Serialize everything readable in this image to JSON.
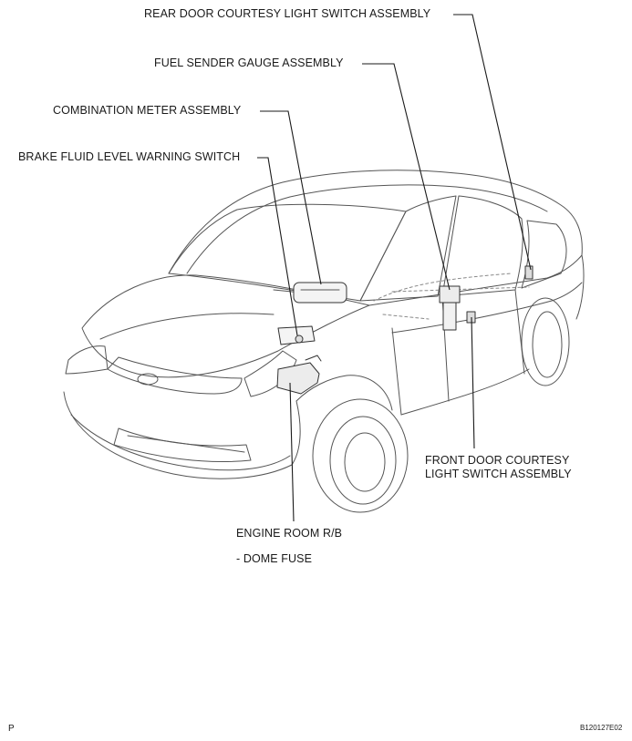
{
  "labels": {
    "rear_door_switch": "REAR DOOR COURTESY LIGHT SWITCH ASSEMBLY",
    "fuel_sender": "FUEL SENDER GAUGE ASSEMBLY",
    "combination_meter": "COMBINATION METER ASSEMBLY",
    "brake_fluid_switch": "BRAKE FLUID LEVEL WARNING SWITCH",
    "front_door_switch_line1": "FRONT DOOR COURTESY",
    "front_door_switch_line2": "LIGHT SWITCH ASSEMBLY",
    "engine_room_rb": "ENGINE ROOM R/B",
    "dome_fuse": "- DOME FUSE"
  },
  "footer": {
    "page_marker": "P",
    "figure_code": "B120127E02"
  }
}
